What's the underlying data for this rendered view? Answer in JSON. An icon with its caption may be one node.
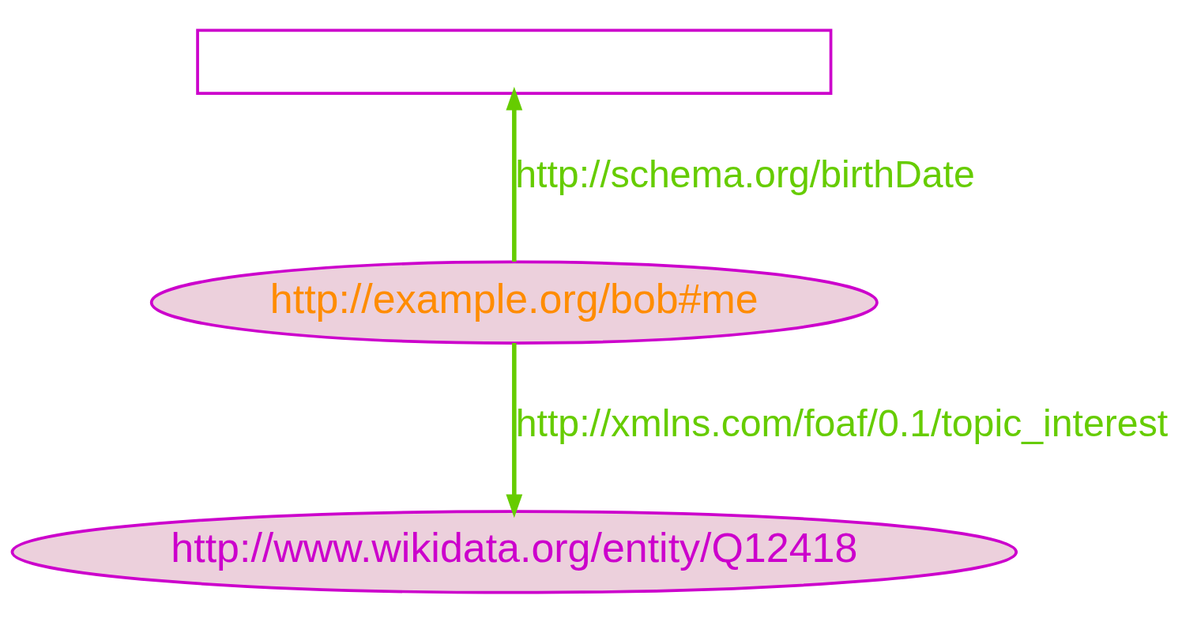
{
  "diagram": {
    "nodes": [
      {
        "text": [],
        "shape": "box"
      },
      {
        "text": [
          "http://example.org/bob#me"
        ]
      },
      {
        "text": [
          "http://www.wikidata.org/entity/Q12418"
        ]
      }
    ],
    "edges": [
      {
        "from": 1,
        "to": 0,
        "arrow": "to",
        "label": "http://schema.org/birthDate"
      },
      {
        "from": 1,
        "to": 2,
        "arrow": "to",
        "label": "http://xmlns.com/foaf/0.1/topic_interest"
      }
    ]
  }
}
